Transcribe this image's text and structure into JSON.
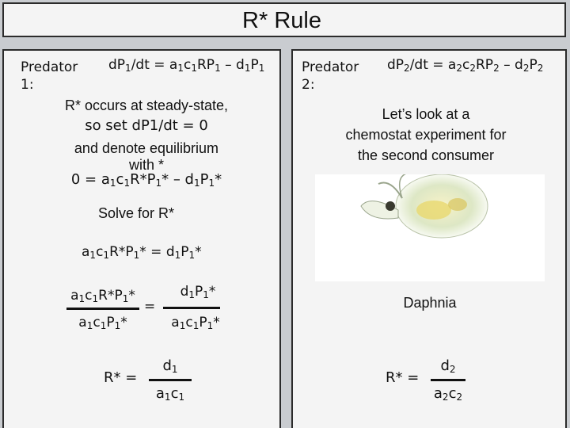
{
  "title": "R* Rule",
  "left": {
    "predator_label": "Predator 1:",
    "equation": "dP1/dt = a1c1RP1 – d1P1",
    "steady_text_1": "R* occurs at steady-state,",
    "steady_text_2": "so set dP1/dt = 0",
    "steady_text_3": "and denote equilibrium",
    "steady_text_4": "with *",
    "equilibrium_eq": "0 = a1c1R*P1* – d1P1*",
    "solve_label": "Solve for R*",
    "step1": "a1c1R*P1* = d1P1*",
    "step2_lhs_num": "a1c1R*P1*",
    "step2_lhs_den": "a1c1P1*",
    "step2_equals": "=",
    "step2_rhs_num": "d1P1*",
    "step2_rhs_den": "a1c1P1*",
    "result_label": "R* =",
    "result_num": "d1",
    "result_den": "a1c1"
  },
  "right": {
    "predator_label": "Predator 2:",
    "equation": "dP2/dt = a2c2RP2 – d2P2",
    "text_1": "Let’s look at a",
    "text_2": "chemostat experiment for",
    "text_3": "the second consumer",
    "photo_caption": "Daphnia",
    "result_label": "R* =",
    "result_num": "d2",
    "result_den": "a2c2"
  }
}
